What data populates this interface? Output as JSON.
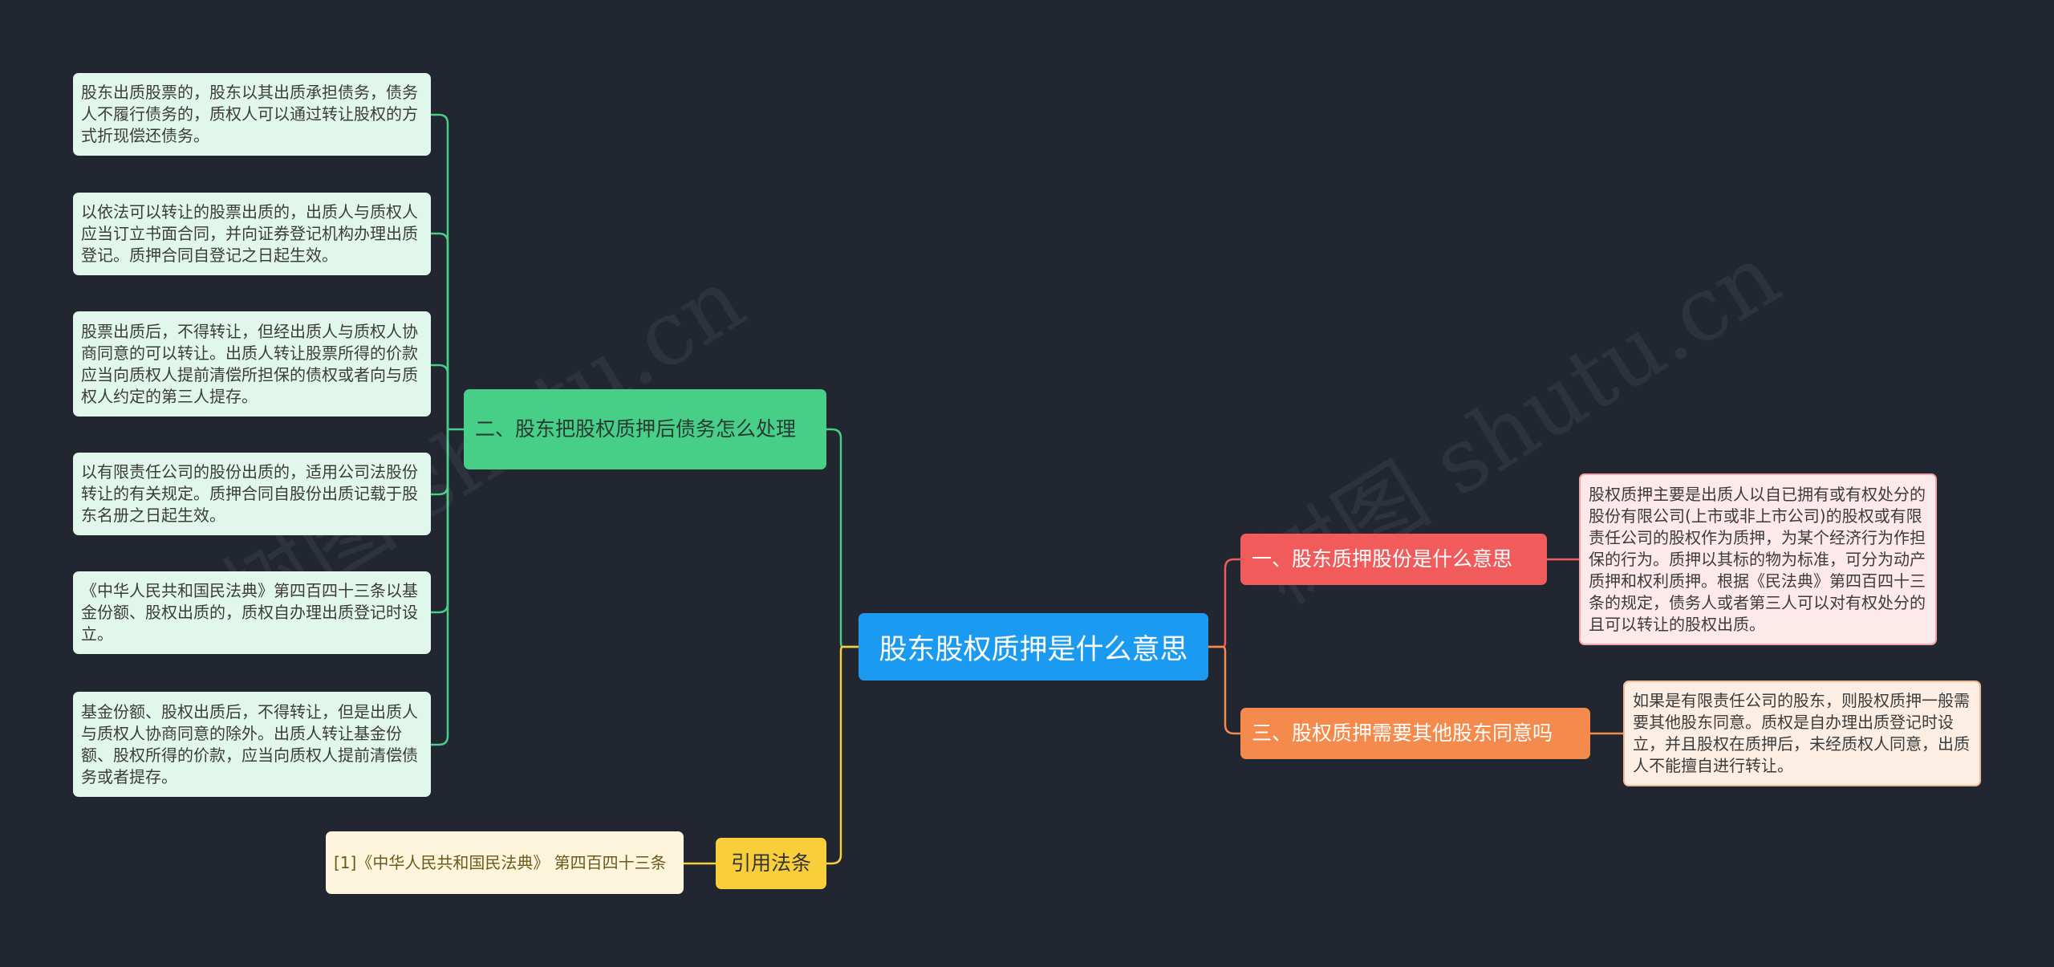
{
  "root": {
    "label": "股东股权质押是什么意思"
  },
  "branches": {
    "handling": {
      "label": "二、股东把股权质押后债务怎么处理",
      "items": [
        "股东出质股票的，股东以其出质承担债务，债务人不履行债务的，质权人可以通过转让股权的方式折现偿还债务。",
        "以依法可以转让的股票出质的，出质人与质权人应当订立书面合同，并向证券登记机构办理出质登记。质押合同自登记之日起生效。",
        "股票出质后，不得转让，但经出质人与质权人协商同意的可以转让。出质人转让股票所得的价款应当向质权人提前清偿所担保的债权或者向与质权人约定的第三人提存。",
        "以有限责任公司的股份出质的，适用公司法股份转让的有关规定。质押合同自股份出质记载于股东名册之日起生效。",
        "《中华人民共和国民法典》第四百四十三条以基金份额、股权出质的，质权自办理出质登记时设立。",
        "基金份额、股权出质后，不得转让，但是出质人与质权人协商同意的除外。出质人转让基金份额、股权所得的价款，应当向质权人提前清偿债务或者提存。"
      ]
    },
    "meaning": {
      "label": "一、股东质押股份是什么意思",
      "detail": "股权质押主要是出质人以自已拥有或有权处分的股份有限公司(上市或非上市公司)的股权或有限责任公司的股权作为质押，为某个经济行为作担保的行为。质押以其标的物为标准，可分为动产质押和权利质押。根据《民法典》第四百四十三条的规定，债务人或者第三人可以对有权处分的且可以转让的股权出质。"
    },
    "consent": {
      "label": "三、股权质押需要其他股东同意吗",
      "detail": "如果是有限责任公司的股东，则股权质押一般需要其他股东同意。质权是自办理出质登记时设立，并且股权在质押后，未经质权人同意，出质人不能擅自进行转让。"
    },
    "citation": {
      "label": "引用法条",
      "detail": "[1]《中华人民共和国民法典》 第四百四十三条"
    }
  },
  "watermark": "树图 shutu.cn",
  "colors": {
    "background": "#212631",
    "root": "#1a9af0",
    "green": "#47cf88",
    "red": "#f25b5b",
    "orange": "#f48a4b",
    "yellow": "#f8cf3a"
  }
}
